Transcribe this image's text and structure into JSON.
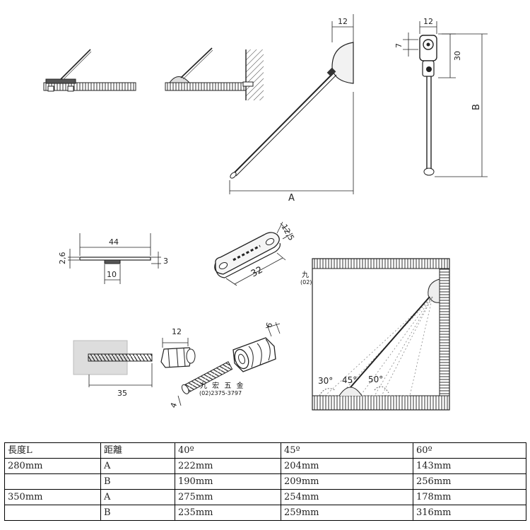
{
  "dimensions": {
    "rod_width": "12",
    "length_A": "A",
    "bracket_width": "12",
    "bracket_offset": "7",
    "bracket_height": "30",
    "length_B": "B",
    "plate_length": "44",
    "plate_thickness": "2,6",
    "pin_height": "3",
    "pin_length": "10",
    "slot_width": "12,5",
    "slot_length": "32",
    "anchor_width": "12",
    "anchor_depth": "35",
    "anchor_hole": "6",
    "screw_dia": "4"
  },
  "angles": [
    "30°",
    "45°",
    "50°"
  ],
  "watermark": {
    "name": "九 宏 五 金",
    "phone": "(02)2375-3797"
  },
  "table": {
    "header": [
      "長度L",
      "距離",
      "40º",
      "45º",
      "60º"
    ],
    "rows": [
      [
        "280mm",
        "A",
        "222mm",
        "204mm",
        "143mm"
      ],
      [
        "",
        "B",
        "190mm",
        "209mm",
        "256mm"
      ],
      [
        "350mm",
        "A",
        "275mm",
        "254mm",
        "178mm"
      ],
      [
        "",
        "B",
        "235mm",
        "259mm",
        "316mm"
      ]
    ]
  }
}
